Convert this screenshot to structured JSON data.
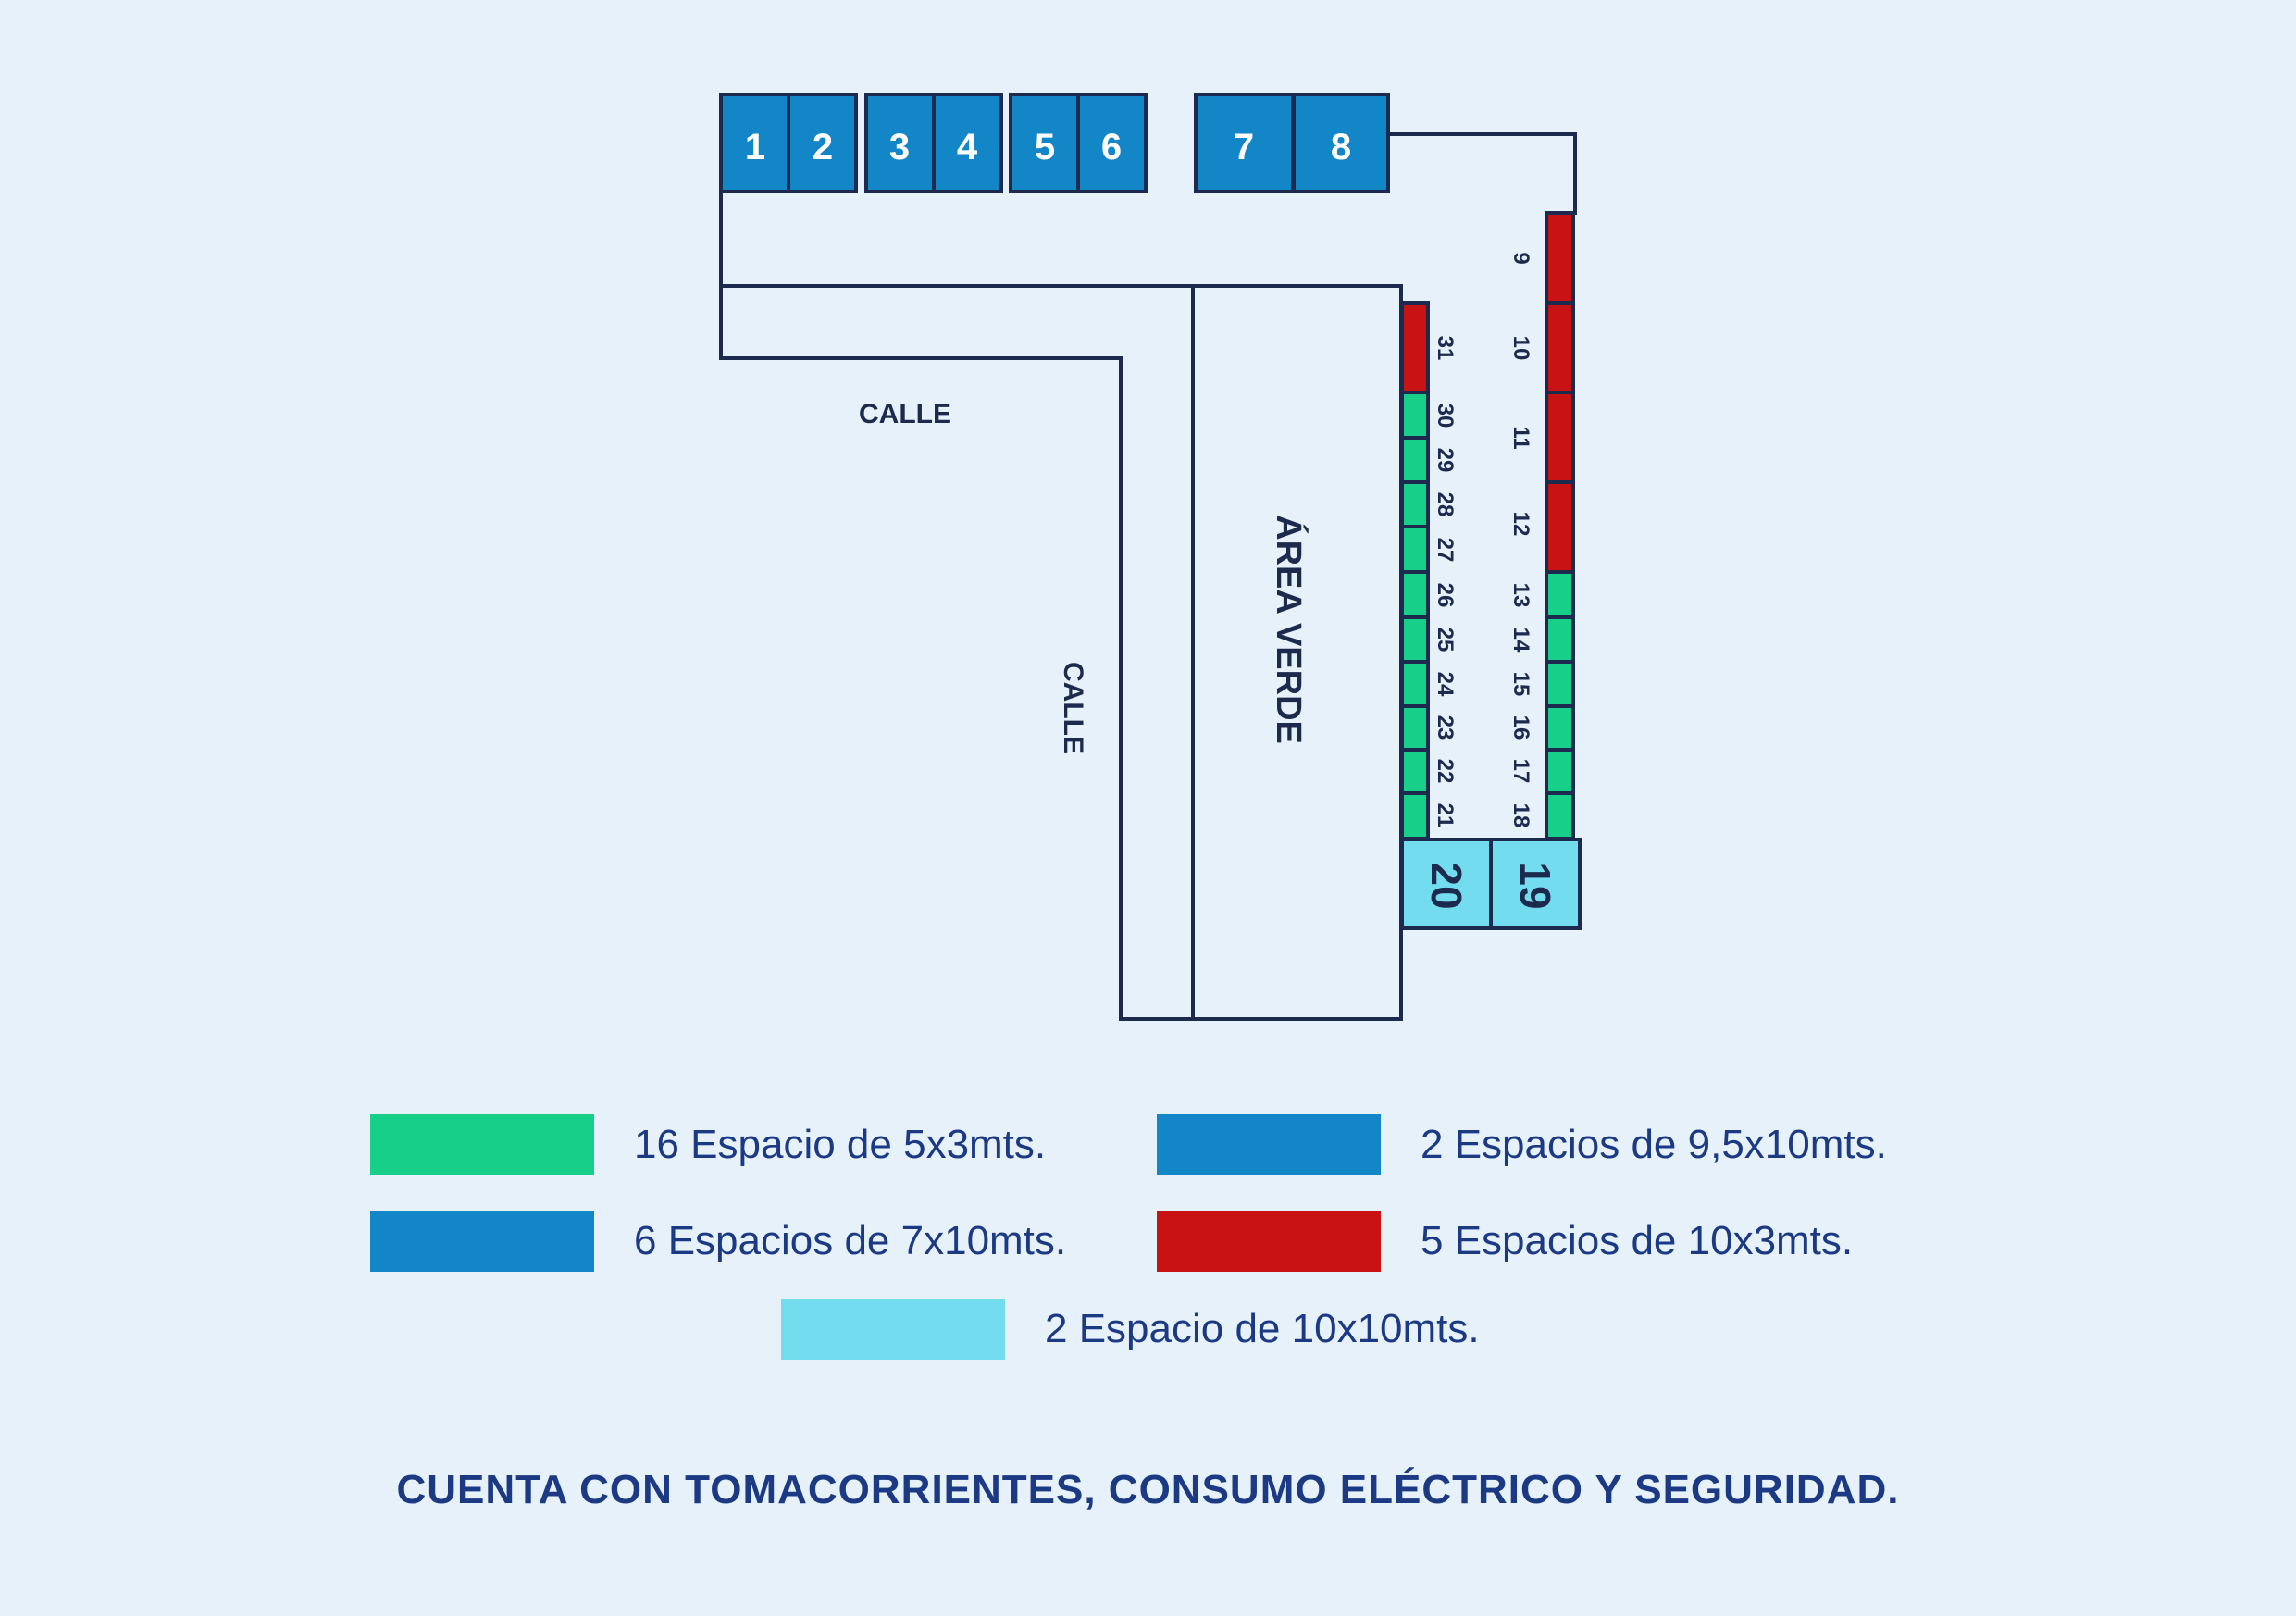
{
  "colors": {
    "background": "#e6f1f9",
    "green": "#17cf88",
    "blue": "#1386c8",
    "red": "#c91213",
    "light_blue": "#73dcee",
    "outline": "#1c2a4d",
    "text": "#1c3a84"
  },
  "map": {
    "street_top_label": "CALLE",
    "street_side_label": "CALLE",
    "green_area_label": "ÁREA VERDE",
    "stalls_top": [
      "1",
      "2",
      "3",
      "4",
      "5",
      "6",
      "7",
      "8"
    ],
    "stalls_right_col": [
      "9",
      "10",
      "11",
      "12",
      "13",
      "14",
      "15",
      "16",
      "17",
      "18"
    ],
    "stalls_left_col": [
      "31",
      "30",
      "29",
      "28",
      "27",
      "26",
      "25",
      "24",
      "23",
      "22",
      "21"
    ],
    "stalls_bottom": [
      "20",
      "19"
    ]
  },
  "legend": [
    {
      "color": "green",
      "text": "16 Espacio de 5x3mts."
    },
    {
      "color": "blue",
      "text": "2 Espacios de 9,5x10mts."
    },
    {
      "color": "blue",
      "text": "6 Espacios de 7x10mts."
    },
    {
      "color": "red",
      "text": "5 Espacios de 10x3mts."
    },
    {
      "color": "light_blue",
      "text": "2 Espacio de 10x10mts."
    }
  ],
  "footer_note": "CUENTA CON TOMACORRIENTES, CONSUMO ELÉCTRICO Y SEGURIDAD."
}
